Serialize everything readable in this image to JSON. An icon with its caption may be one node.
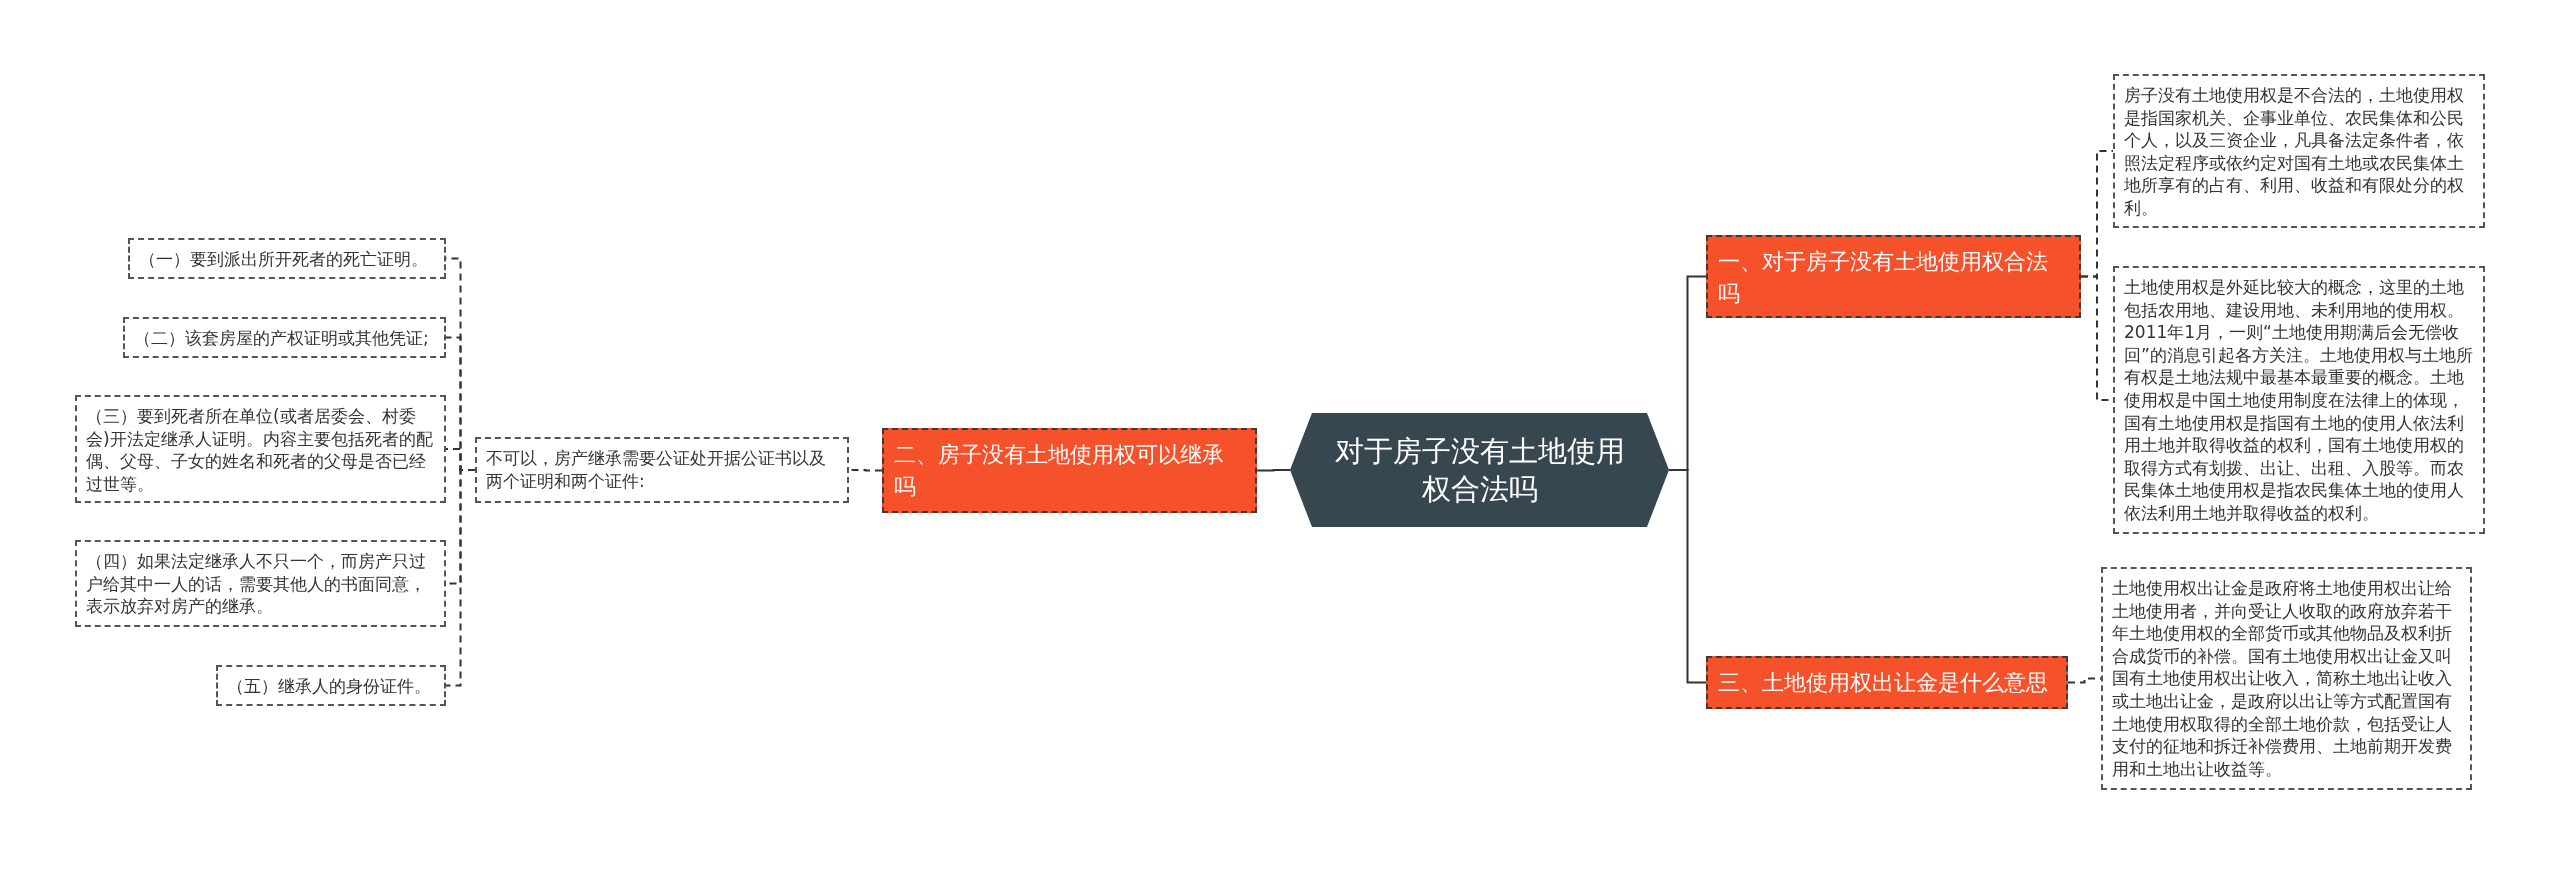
{
  "diagram": {
    "nodes": [
      {
        "text": [
          "对于房子没有土地使用权合法吗"
        ]
      },
      {
        "text": [
          "一、对于房子没有土地使用权合法吗"
        ]
      },
      {
        "text": [
          "房子没有土地使用权是不合法的，土地使用权是指国家机关、企事业单位、农民集体和公民个人，以及三资企业，凡具备法定条件者，依照法定程序或依约定对国有土地或农民集体土地所享有的占有、利用、收益和有限处分的权利。"
        ]
      },
      {
        "text": [
          "土地使用权是外延比较大的概念，这里的土地包括农用地、建设用地、未利用地的使用权。2011年1月，一则“土地使用期满后会无偿收回”的消息引起各方关注。土地使用权与土地所有权是土地法规中最基本最重要的概念。土地使用权是中国土地使用制度在法律上的体现，国有土地使用权是指国有土地的使用人依法利用土地并取得收益的权利，国有土地使用权的取得方式有划拨、出让、出租、入股等。而农民集体土地使用权是指农民集体土地的使用人依法利用土地并取得收益的权利。"
        ]
      },
      {
        "text": [
          "二、房子没有土地使用权可以继承吗"
        ]
      },
      {
        "text": [
          "不可以，房产继承需要公证处开据公证书以及两个证明和两个证件:"
        ]
      },
      {
        "text": [
          "（一）要到派出所开死者的死亡证明。"
        ]
      },
      {
        "text": [
          "（二）该套房屋的产权证明或其他凭证;"
        ]
      },
      {
        "text": [
          "（三）要到死者所在单位(或者居委会、村委会)开法定继承人证明。内容主要包括死者的配偶、父母、子女的姓名和死者的父母是否已经过世等。"
        ]
      },
      {
        "text": [
          "（四）如果法定继承人不只一个，而房产只过户给其中一人的话，需要其他人的书面同意，表示放弃对房产的继承。"
        ]
      },
      {
        "text": [
          "（五）继承人的身份证件。"
        ]
      },
      {
        "text": [
          "三、土地使用权出让金是什么意思"
        ]
      },
      {
        "text": [
          "土地使用权出让金是政府将土地使用权出让给土地使用者，并向受让人收取的政府放弃若干年土地使用权的全部货币或其他物品及权利折合成货币的补偿。国有土地使用权出让金又叫国有土地使用权出让收入，简称土地出让收入或土地出让金，是政府以出让等方式配置国有土地使用权取得的全部土地价款，包括受让人支付的征地和拆迁补偿费用、土地前期开发费用和土地出让收益等。"
        ]
      }
    ],
    "edges": [
      {
        "from": 0,
        "to": 1,
        "arrow": "none"
      },
      {
        "from": 1,
        "to": 2,
        "arrow": "none",
        "style": "dashed"
      },
      {
        "from": 1,
        "to": 3,
        "arrow": "none",
        "style": "dashed"
      },
      {
        "from": 0,
        "to": 4,
        "arrow": "none"
      },
      {
        "from": 4,
        "to": 5,
        "arrow": "none",
        "style": "dashed"
      },
      {
        "from": 5,
        "to": 6,
        "arrow": "none",
        "style": "dashed"
      },
      {
        "from": 5,
        "to": 7,
        "arrow": "none",
        "style": "dashed"
      },
      {
        "from": 5,
        "to": 8,
        "arrow": "none",
        "style": "dashed"
      },
      {
        "from": 5,
        "to": 9,
        "arrow": "none",
        "style": "dashed"
      },
      {
        "from": 5,
        "to": 10,
        "arrow": "none",
        "style": "dashed"
      },
      {
        "from": 0,
        "to": 11,
        "arrow": "none"
      },
      {
        "from": 11,
        "to": 12,
        "arrow": "none",
        "style": "dashed"
      }
    ]
  }
}
